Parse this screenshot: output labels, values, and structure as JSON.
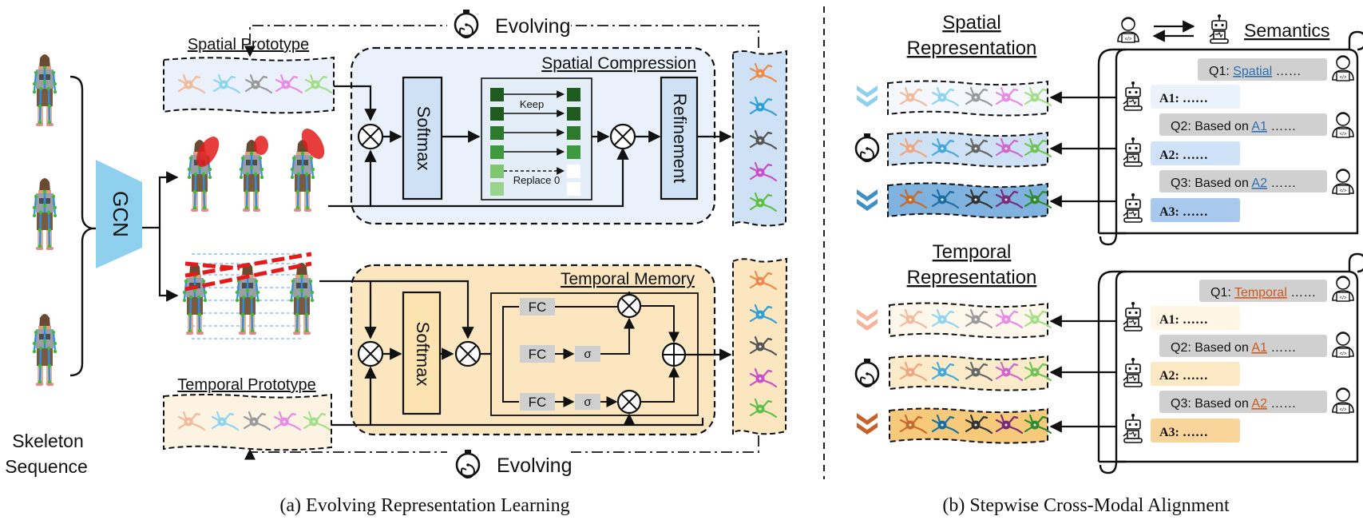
{
  "colors": {
    "stroke": "#111111",
    "spatial_box_fill": "#eaf1fb",
    "temporal_box_fill": "#fbe6bf",
    "temporal_panel_fill": "#fdf3e2",
    "spatial_chevron": "#3d8fc4",
    "temporal_chevron": "#c8602c",
    "link_blue": "#2f6fb1",
    "link_orange": "#cc5a1f",
    "gcn_fill": "#8fd0ee",
    "keep_dark": "#1f5a1f",
    "keep_light": "#9ad48c",
    "answer_blue": [
      "#eaf2fc",
      "#cfe2f7",
      "#a8c8ee"
    ],
    "answer_orange": [
      "#fff6e6",
      "#fde8c4",
      "#f9d59c"
    ]
  },
  "icons": [
    "stopwatch-icon",
    "robot-icon",
    "user-coder-icon",
    "neuron-icon",
    "chevron-down-icon",
    "person-skeleton-icon",
    "scroll-icon"
  ],
  "left": {
    "skeleton_label_line1": "Skeleton",
    "skeleton_label_line2": "Sequence",
    "gcn_label": "GCN",
    "evolving_top": "Evolving",
    "evolving_bottom": "Evolving",
    "spatial_prototype": "Spatial Prototype",
    "temporal_prototype": "Temporal Prototype",
    "spatial_compression": "Spatial Compression",
    "temporal_memory": "Temporal Memory",
    "softmax_top": "Softmax",
    "softmax_bottom": "Softmax",
    "refinement": "Refinement",
    "keep": "Keep",
    "replace": "Replace 0",
    "fc": [
      "FC",
      "FC",
      "FC"
    ],
    "sigma": [
      "σ",
      "σ"
    ],
    "caption": "(a) Evolving Representation Learning"
  },
  "right": {
    "spatial_title_line1": "Spatial",
    "spatial_title_line2": "Representation",
    "temporal_title_line1": "Temporal",
    "temporal_title_line2": "Representation",
    "semantics": "Semantics",
    "spatial_q": [
      {
        "prefix": "Q1: ",
        "link": "Spatial",
        "suffix": " ……"
      },
      {
        "prefix": "Q2: Based on ",
        "link": "A1",
        "suffix": " ……"
      },
      {
        "prefix": "Q3: Based on ",
        "link": "A2",
        "suffix": " ……"
      }
    ],
    "spatial_a": [
      "A1: ……",
      "A2: ……",
      "A3: ……"
    ],
    "temporal_q": [
      {
        "prefix": "Q1: ",
        "link": "Temporal",
        "suffix": " ……"
      },
      {
        "prefix": "Q2: Based on ",
        "link": "A1",
        "suffix": " ……"
      },
      {
        "prefix": "Q3: Based on ",
        "link": "A2",
        "suffix": " ……"
      }
    ],
    "temporal_a": [
      "A1: ……",
      "A2: ……",
      "A3: ……"
    ],
    "caption": "(b) Stepwise Cross-Modal Alignment"
  }
}
